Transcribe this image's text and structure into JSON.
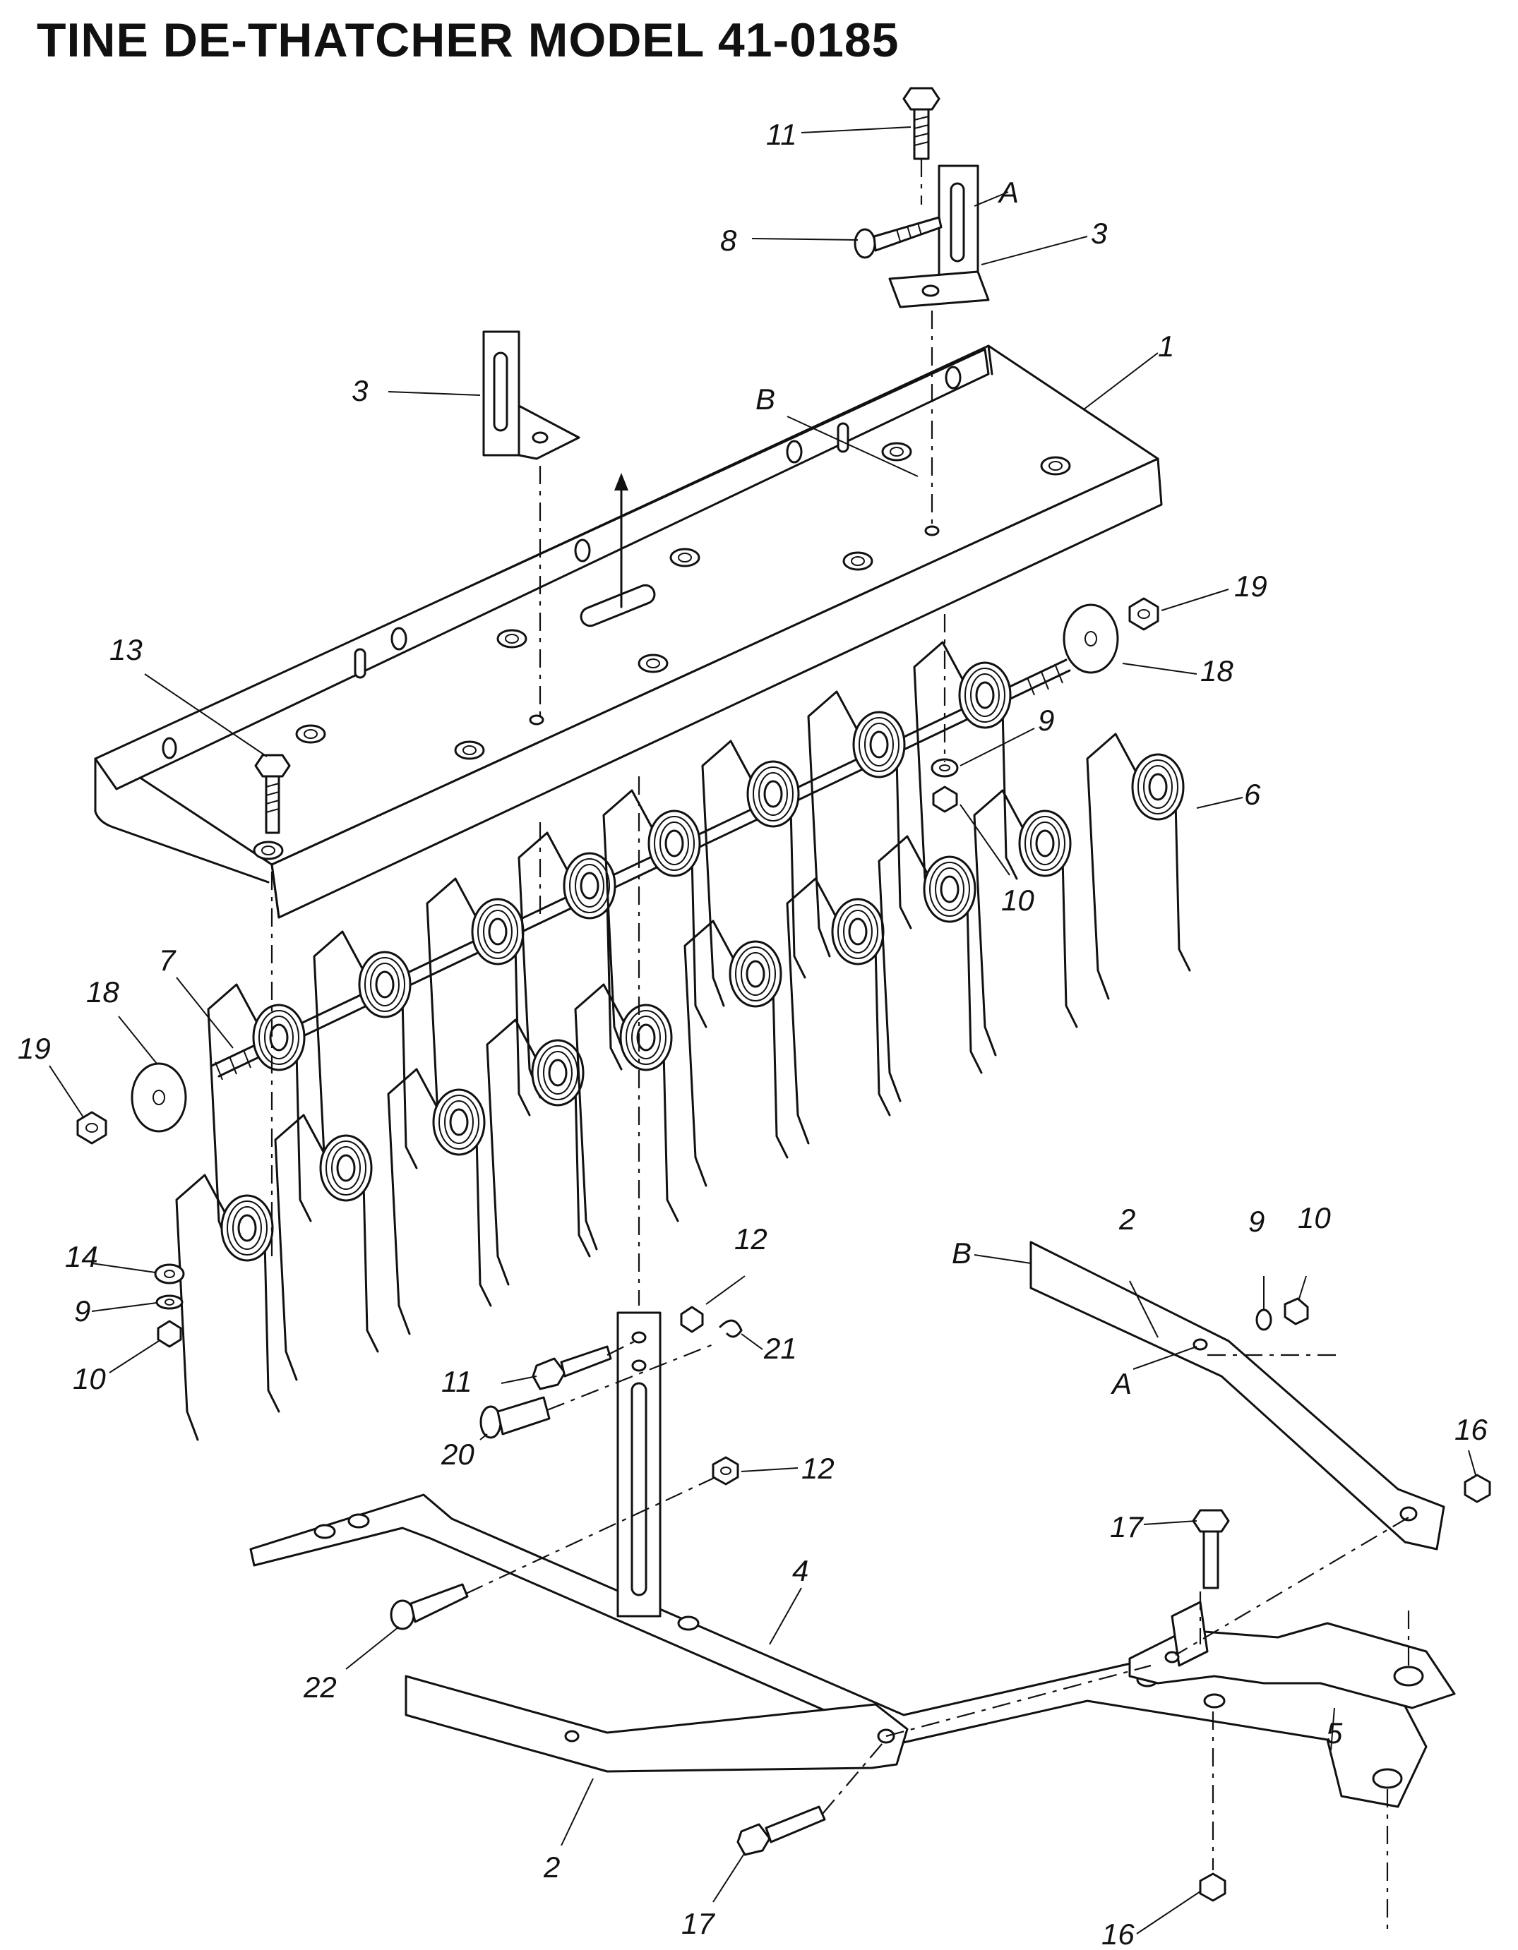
{
  "title": "TINE DE-THATCHER MODEL 41-0185",
  "callouts": {
    "c11_top": "11",
    "cA_top": "A",
    "c8": "8",
    "c3_right": "3",
    "c1": "1",
    "c3_left": "3",
    "cB_top": "B",
    "c19_right": "19",
    "c18_right": "18",
    "c13": "13",
    "c9_mid": "9",
    "c6": "6",
    "c10_mid": "10",
    "c7": "7",
    "c18_left": "18",
    "c19_left": "19",
    "c14": "14",
    "c9_left": "9",
    "c10_left": "10",
    "c12_top": "12",
    "c21": "21",
    "c11_mid": "11",
    "c20": "20",
    "c12_mid": "12",
    "c2_right": "2",
    "c9_right": "9",
    "c10_right": "10",
    "cB_right": "B",
    "cA_right": "A",
    "c16_right": "16",
    "c17_mid": "17",
    "c4": "4",
    "c22": "22",
    "c5": "5",
    "c2_bottom": "2",
    "c17_bottom": "17",
    "c16_bottom": "16"
  }
}
